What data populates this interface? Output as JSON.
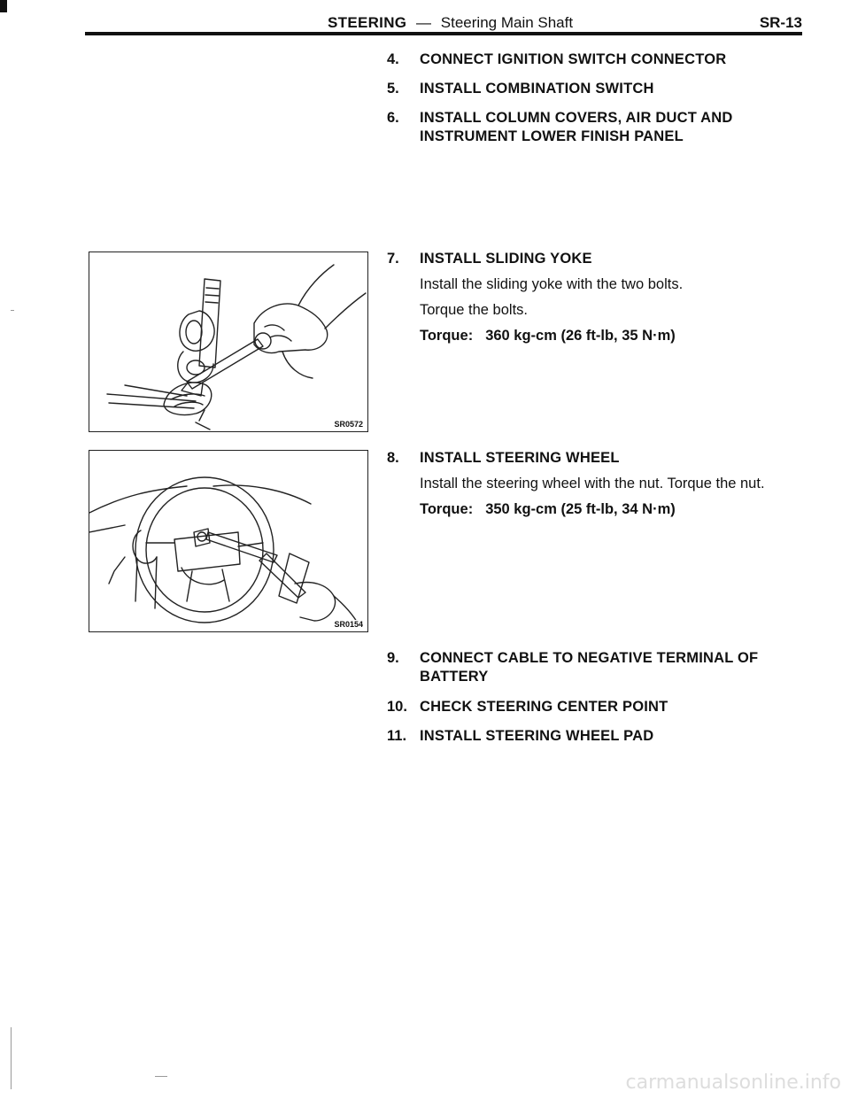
{
  "header": {
    "section": "STEERING",
    "separator": "—",
    "subsection": "Steering Main Shaft",
    "page_number": "SR-13"
  },
  "steps": [
    {
      "number": "4.",
      "title": "CONNECT IGNITION SWITCH CONNECTOR"
    },
    {
      "number": "5.",
      "title": "INSTALL COMBINATION SWITCH"
    },
    {
      "number": "6.",
      "title": "INSTALL COLUMN COVERS, AIR DUCT AND INSTRUMENT LOWER FINISH PANEL"
    },
    {
      "number": "7.",
      "title": "INSTALL SLIDING YOKE",
      "paragraphs": [
        "Install the sliding yoke with the two bolts.",
        "Torque the bolts."
      ],
      "torque_label": "Torque:",
      "torque_value": "360 kg-cm (26 ft-lb, 35 N·m)"
    },
    {
      "number": "8.",
      "title": "INSTALL STEERING WHEEL",
      "paragraphs": [
        "Install the steering wheel with the nut. Torque the nut."
      ],
      "torque_label": "Torque:",
      "torque_value": "350 kg-cm (25 ft-lb, 34 N·m)"
    },
    {
      "number": "9.",
      "title": "CONNECT CABLE TO NEGATIVE TERMINAL OF BATTERY"
    },
    {
      "number": "10.",
      "title": "CHECK STEERING CENTER POINT"
    },
    {
      "number": "11.",
      "title": "INSTALL STEERING WHEEL PAD"
    }
  ],
  "figures": [
    {
      "code": "SR0572",
      "depicts": "sliding-yoke-bolt-torque-illustration"
    },
    {
      "code": "SR0154",
      "depicts": "steering-wheel-nut-torque-illustration"
    }
  ],
  "watermark": "carmanualsonline.info"
}
